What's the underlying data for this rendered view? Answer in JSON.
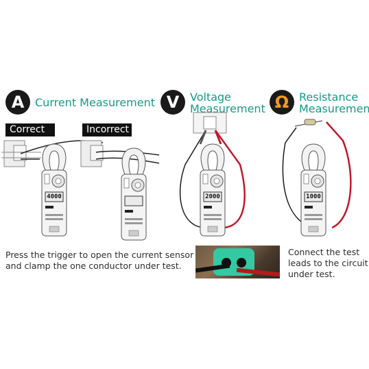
{
  "sections": {
    "current": {
      "badge": "A",
      "title": "Current Measurement"
    },
    "voltage": {
      "badge": "V",
      "title_line1": "Voltage",
      "title_line2": "Measurement"
    },
    "resistance": {
      "badge": "Ω",
      "title_line1": "Resistance",
      "title_line2": "Measurement"
    }
  },
  "tags": {
    "correct": "Correct",
    "incorrect": "Incorrect"
  },
  "displays": {
    "correct": "4000",
    "incorrect": "",
    "voltage": "2000",
    "resistance": "1000"
  },
  "captions": {
    "current_line1": "Press the trigger to open the current sensor",
    "current_line2": "and clamp the one conductor under test.",
    "resistance_line1": "Connect the test",
    "resistance_line2": "leads to the circuit",
    "resistance_line3": "under test."
  },
  "colors": {
    "title_teal": "#169b86",
    "badge_bg": "#1a1a1a",
    "omega_orange": "#f39a1e",
    "lead_red": "#c0182b",
    "lead_black": "#1a1a1a"
  },
  "icons": [
    "current-badge-icon",
    "voltage-badge-icon",
    "resistance-badge-icon",
    "clamp-meter-icon",
    "photo-hand-meter"
  ]
}
